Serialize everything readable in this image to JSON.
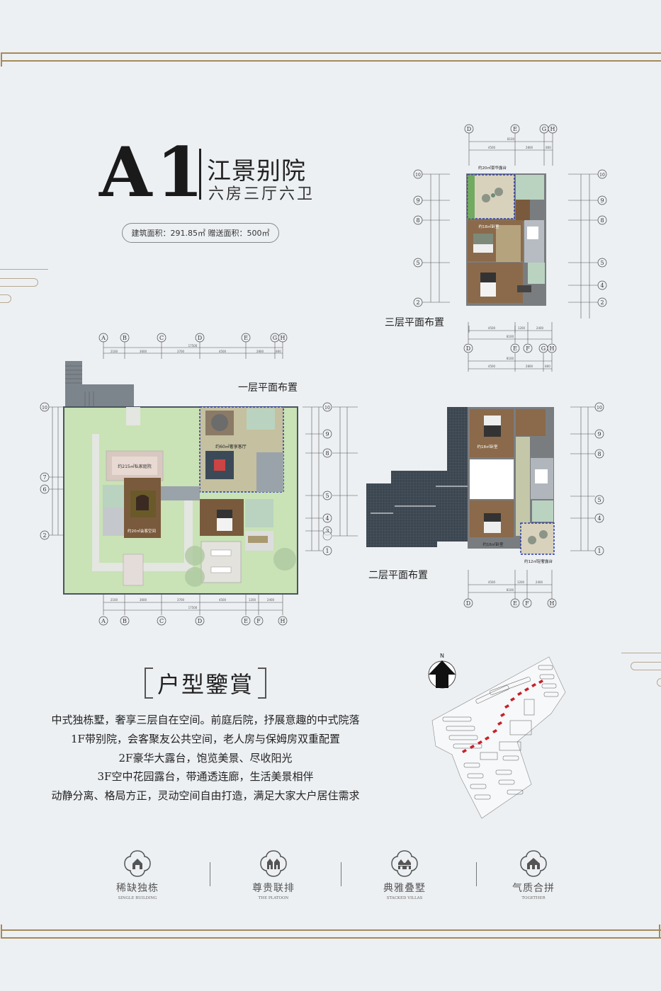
{
  "header": {
    "model": "A1",
    "name": "江景别院",
    "layout": "六房三厅六卫",
    "area_text": "建筑面积：291.85㎡ 赠送面积：500㎡",
    "building_area": "291.85㎡",
    "bonus_area": "500㎡"
  },
  "plans": {
    "floor3": {
      "label": "三层平面布置",
      "rooms": [
        "约20㎡豪华露台",
        "约18㎡卧室"
      ],
      "grid_top": [
        "D",
        "E",
        "G",
        "H"
      ],
      "dims_top": [
        "8100",
        "4500",
        "2800",
        "800"
      ],
      "grid_bottom": [
        "D",
        "E",
        "F",
        "G",
        "H"
      ],
      "dims_bottom": [
        "4500",
        "1200",
        "2400",
        "8100",
        "4500",
        "2800",
        "800"
      ],
      "grid_left": [
        "10",
        "9",
        "8",
        "5",
        "2"
      ],
      "grid_right": [
        "10",
        "9",
        "8",
        "5",
        "4",
        "2"
      ]
    },
    "floor1": {
      "label": "一层平面布置",
      "rooms": [
        "约215㎡私家庭院",
        "约60㎡奢享客厅",
        "约20㎡会客空间"
      ],
      "grid_top": [
        "A",
        "B",
        "C",
        "D",
        "E",
        "G",
        "H"
      ],
      "dims_top": [
        "17500",
        "2100",
        "3600",
        "3700",
        "4500",
        "2800",
        "800"
      ],
      "grid_bottom": [
        "A",
        "B",
        "C",
        "D",
        "E",
        "F",
        "H"
      ],
      "dims_bottom": [
        "2100",
        "3600",
        "3700",
        "4500",
        "1200",
        "2400",
        "17500"
      ],
      "grid_left": [
        "10",
        "7",
        "6",
        "2"
      ],
      "grid_right": [
        "10",
        "9",
        "8",
        "5",
        "4",
        "3",
        "2",
        "1"
      ]
    },
    "floor2": {
      "label": "二层平面布置",
      "rooms": [
        "约18㎡卧室",
        "约16㎡卧室",
        "约12㎡轻奢露台"
      ],
      "grid_bottom": [
        "D",
        "E",
        "F",
        "H"
      ],
      "dims_bottom": [
        "4500",
        "1200",
        "2400",
        "8100"
      ],
      "grid_right": [
        "10",
        "9",
        "8",
        "5",
        "4",
        "1"
      ]
    }
  },
  "appreciation": {
    "heading": "户型鑒賞",
    "lines": [
      "中式独栋墅，奢享三层自在空间。前庭后院，抒展意趣的中式院落",
      "1F带别院，会客聚友公共空间，老人房与保姆房双重配置",
      "2F豪华大露台，饱览美景、尽收阳光",
      "3F空中花园露台，带通透连廊，生活美景相伴",
      "动静分离、格局方正，灵动空间自由打造，满足大家大户居住需求"
    ]
  },
  "site_map": {
    "north_label": "N",
    "highlight_color": "#c8202a"
  },
  "features": [
    {
      "cn": "稀缺独栋",
      "en": "SINGLE BUILDING",
      "icon": "single-house-icon"
    },
    {
      "cn": "尊贵联排",
      "en": "THE PLATOON",
      "icon": "townhouse-icon"
    },
    {
      "cn": "典雅叠墅",
      "en": "STACKED VILLAS",
      "icon": "stacked-villa-icon"
    },
    {
      "cn": "气质合拼",
      "en": "TOGETHER",
      "icon": "duplex-icon"
    }
  ],
  "colors": {
    "background": "#edf0f3",
    "frame_gold": "#a58a58",
    "lawn": "#c9e2b6",
    "floor_wood": "#8a6a4a",
    "roof": "#3c4650",
    "dashed_blue": "#2a3aa8"
  }
}
